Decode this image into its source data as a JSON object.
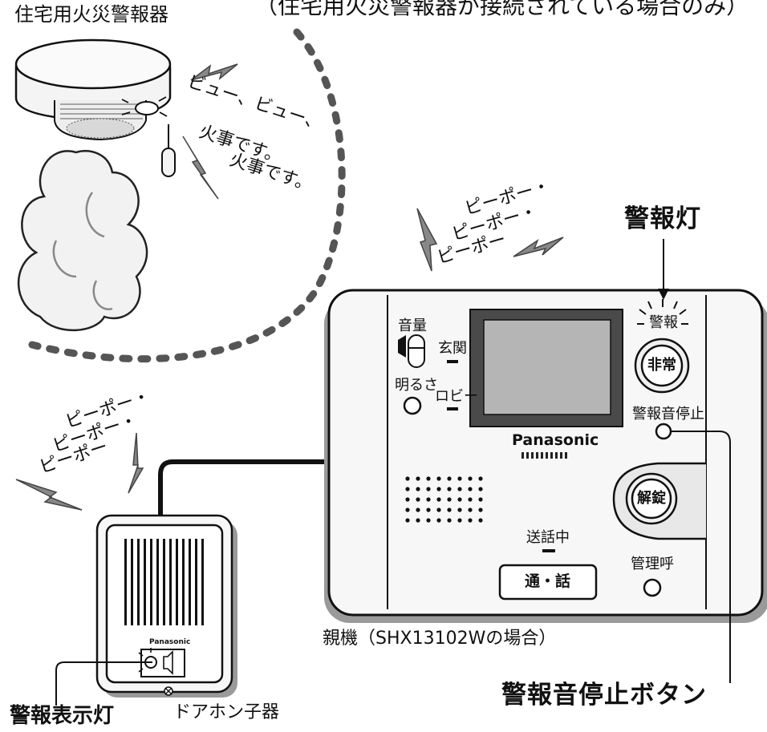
{
  "header_note": "（住宅用火災警報器が接続されている場合のみ）",
  "alarm_label": "住宅用火災警報器",
  "alarm_voice": [
    "ビュー、ビュー、",
    "火事です。",
    "火事です。"
  ],
  "beep_top": [
    "ピーポー・",
    "ピーポー・",
    "ピーポー"
  ],
  "beep_left": [
    "ピーポー・",
    "ピーポー・",
    "ピーポー"
  ],
  "callouts": {
    "warning_light": "警報灯",
    "stop_button": "警報音停止ボタン",
    "display_light": "警報表示灯"
  },
  "monitor": {
    "brand": "Panasonic",
    "volume": "音量",
    "brightness": "明るさ",
    "entrance": "玄関",
    "lobby": "ロビー",
    "alarm_led": "警報",
    "emergency": "非常",
    "stop_label": "警報音停止",
    "unlock": "解錠",
    "sending": "送話中",
    "talk": "通・話",
    "manager_call": "管理呼",
    "caption": "親機（SHX13102Wの場合）"
  },
  "door_unit": {
    "brand": "Panasonic",
    "caption": "ドアホン子器"
  },
  "colors": {
    "outline": "#111111",
    "panel": "#f7f7f7",
    "shadow": "#9a9a9a",
    "screen_dark": "#4a4a4a",
    "screen": "#b5b5b5"
  }
}
